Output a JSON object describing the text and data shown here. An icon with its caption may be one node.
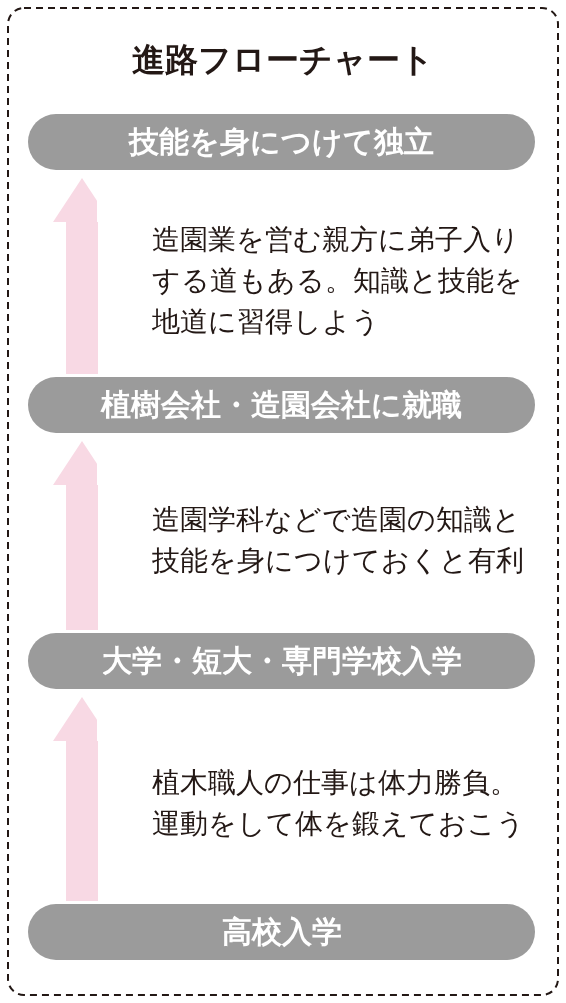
{
  "diagram": {
    "title": "進路フローチャート",
    "nodes": [
      {
        "text": [
          "技能を身につけて独立"
        ]
      },
      {
        "text": [
          "植樹会社・造園会社に就職"
        ]
      },
      {
        "text": [
          "大学・短大・専門学校入学"
        ]
      },
      {
        "text": [
          "高校入学"
        ]
      }
    ],
    "edges": [
      {
        "from": 3,
        "to": 2,
        "arrow": "to",
        "label": "植木職人の仕事は体力勝負。運動をして体を鍛えておこう"
      },
      {
        "from": 2,
        "to": 1,
        "arrow": "to",
        "label": "造園学科などで造園の知識と技能を身につけておくと有利"
      },
      {
        "from": 1,
        "to": 0,
        "arrow": "to",
        "label": "造園業を営む親方に弟子入りする道もある。知識と技能を地道に習得しよう"
      }
    ]
  }
}
